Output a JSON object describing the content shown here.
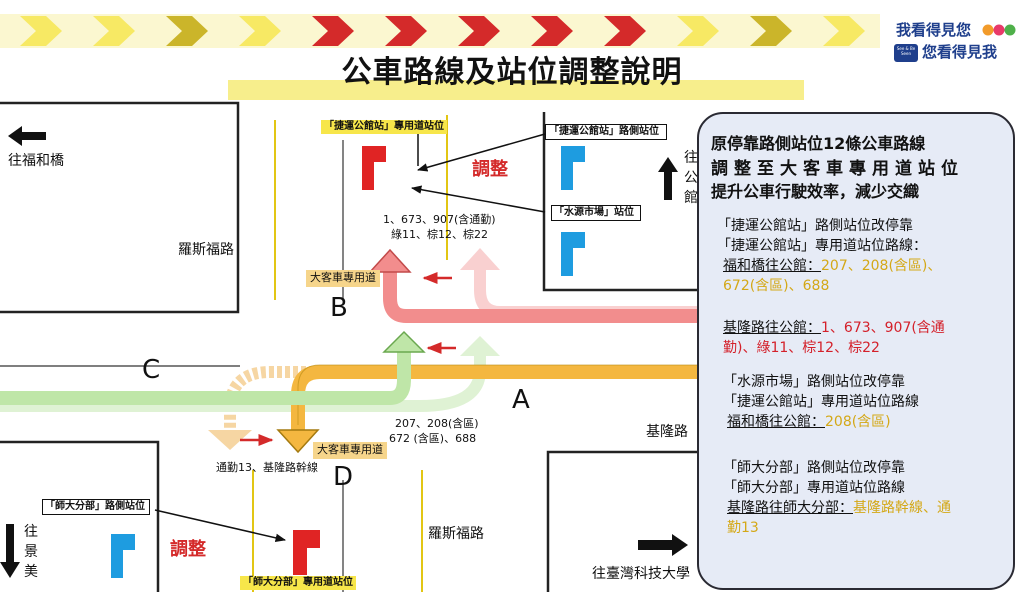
{
  "header": {
    "title": "公車路線及站位調整說明",
    "logo_line1": "我看得見您",
    "logo_line2": "您看得見我",
    "logo_badge": "See & Be Seen"
  },
  "directions": {
    "west": "往福和橋",
    "north_char1": "往",
    "north_char2": "公",
    "north_char3": "館",
    "south_char1": "往",
    "south_char2": "景",
    "south_char3": "美",
    "east": "往臺灣科技大學"
  },
  "roads": {
    "roosevelt_top": "羅斯福路",
    "roosevelt_bottom": "羅斯福路",
    "keelung": "基隆路"
  },
  "labels": {
    "b": "B",
    "c": "C",
    "a": "A",
    "d": "D",
    "bus_lane_top": "大客車專用道",
    "bus_lane_bottom": "大客車專用道",
    "stop_gongguan_lane": "「捷運公館站」專用道站位",
    "stop_gongguan_side": "「捷運公館站」路側站位",
    "stop_shuiyuan": "「水源市場」站位",
    "adjust_top": "調整",
    "adjust_bottom": "調整",
    "routes_north_1": "1、673、907(含通勤)",
    "routes_north_2": "綠11、棕12、棕22",
    "routes_mid_1": "207、208(含區)",
    "routes_mid_2": "672 (含區)、688",
    "routes_south": "通勤13、基隆路幹線",
    "stop_shida_side": "「師大分部」路側站位",
    "stop_shida_lane": "「師大分部」專用道站位"
  },
  "panel": {
    "heading_1": "原停靠路側站位12條公車路線",
    "heading_2": "調整至大客車專用道站位",
    "heading_3": "提升公車行駛效率，減少交織",
    "s1_l1": "「捷運公館站」路側站位改停靠",
    "s1_l2": "「捷運公館站」專用道站位路線：",
    "s1_l3_prefix": "福和橋往公館：",
    "s1_l3_routes": "207、208(含區)、",
    "s1_l4_routes": "672(含區)、688",
    "s2_l1_prefix": "基隆路往公館：",
    "s2_l1_routes": "1、673、907(含通",
    "s2_l2_routes": "勤)、綠11、棕12、棕22",
    "s3_l1": "「水源市場」路側站位改停靠",
    "s3_l2": "「捷運公館站」專用道站位路線",
    "s3_l3_prefix": "福和橋往公館：",
    "s3_l3_routes": "208(含區)",
    "s4_l1": "「師大分部」路側站位改停靠",
    "s4_l2": "「師大分部」專用道站位路線",
    "s4_l3_prefix": "基隆路往師大分部：",
    "s4_l3_routes": "基隆路幹線、通",
    "s4_l4_routes": "勤13"
  },
  "colors": {
    "title_bar": "#f7ee8c",
    "chevron_yellow": "#f7e964",
    "chevron_olive": "#cbb52a",
    "chevron_red": "#d42a2a",
    "pink_route": "#f28d8d",
    "green_route": "#bfe6a8",
    "orange_route": "#f4b740",
    "flag_red": "#e02424",
    "flag_blue": "#1e9ce0",
    "route_gold": "#d4a817",
    "route_red": "#d4202a"
  }
}
